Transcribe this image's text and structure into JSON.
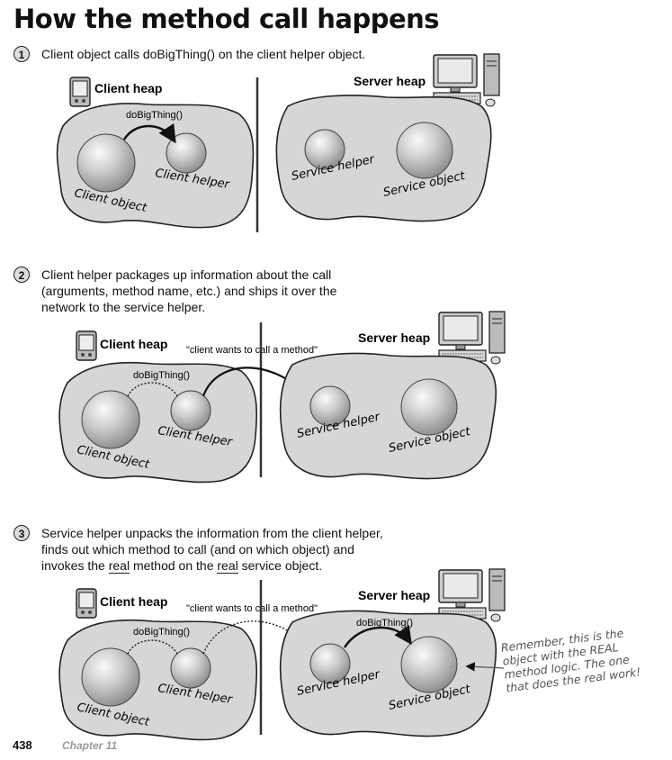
{
  "title": "How the method call happens",
  "steps": [
    {
      "num": "1",
      "text": "Client object calls doBigThing() on the client helper object."
    },
    {
      "num": "2",
      "text": "Client helper packages up information about the call\n(arguments, method name, etc.) and ships it over the\nnetwork to the service helper."
    },
    {
      "num": "3",
      "line1": "Service helper unpacks the information from the client helper,",
      "line2": "finds out which method to call (and on which object) and",
      "line3_a": "invokes the ",
      "line3_b": "real",
      "line3_c": " method on the ",
      "line3_d": "real",
      "line3_e": " service object."
    }
  ],
  "labels": {
    "client_heap": "Client heap",
    "server_heap": "Server heap",
    "client_object": "Client object",
    "client_helper": "Client helper",
    "service_helper": "Service helper",
    "service_object": "Service object",
    "method_call": "doBigThing()",
    "message": "\"client wants to call a method\""
  },
  "note": "Remember, this is the object with the REAL method logic. The one that does the real work!",
  "footer": {
    "page": "438",
    "chapter": "Chapter 11"
  }
}
